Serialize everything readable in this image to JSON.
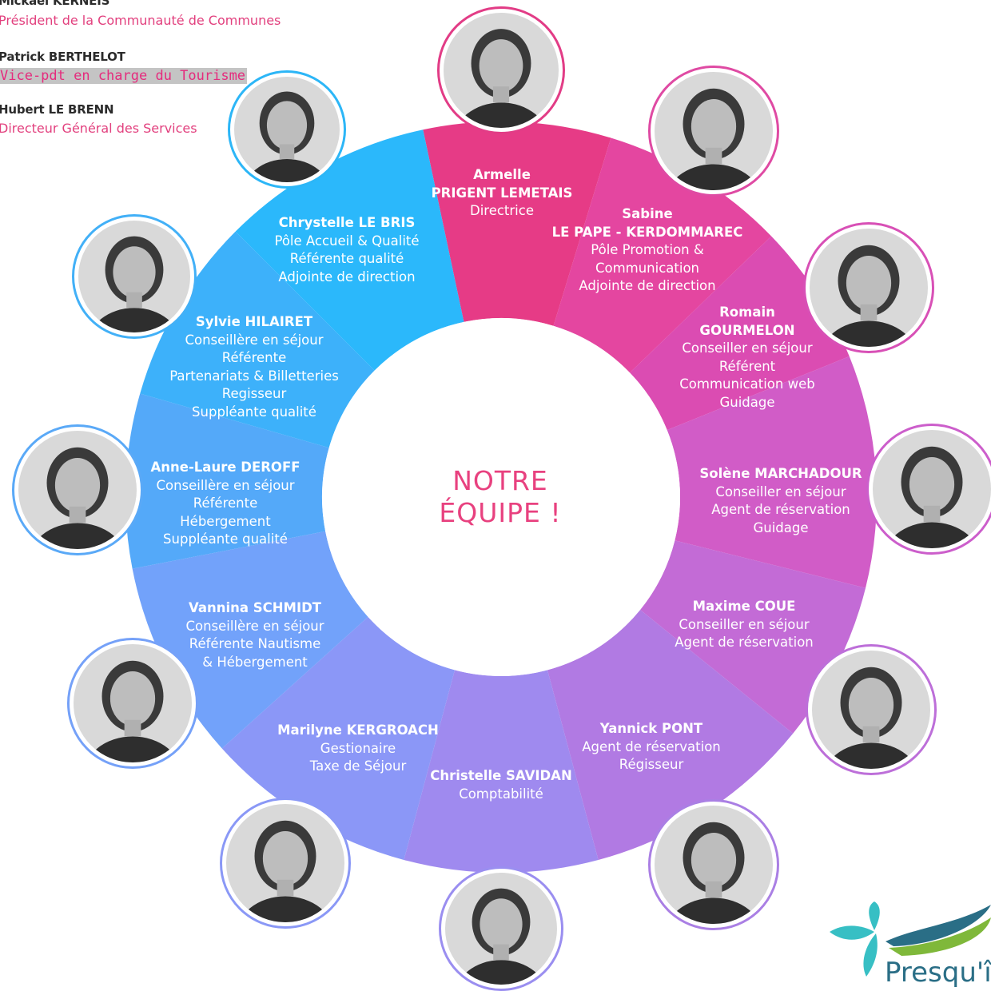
{
  "officials": [
    {
      "name": "Mickaël KERNEIS",
      "role": "Président de la Communauté de Communes",
      "highlight": false
    },
    {
      "name": "Patrick BERTHELOT",
      "role": "Vice-pdt en charge du Tourisme",
      "highlight": true
    },
    {
      "name": "Hubert LE BRENN",
      "role": "Directeur Général des Services",
      "highlight": false
    }
  ],
  "center_title": {
    "line1": "NOTRE",
    "line2": "ÉQUIPE !"
  },
  "members": [
    {
      "name": "Armelle",
      "name2": "PRIGENT LEMETAIS",
      "roles": [
        "Directrice"
      ],
      "color": "#e63b86",
      "ring": "#e23c86"
    },
    {
      "name": "Sabine",
      "name2": "LE PAPE - KERDOMMAREC",
      "roles": [
        "Pôle Promotion &",
        "Communication",
        "Adjointe de direction"
      ],
      "color": "#e446a0",
      "ring": "#df4aa3"
    },
    {
      "name": "Romain",
      "name2": "GOURMELON",
      "roles": [
        "Conseiller en séjour",
        "Référent",
        "Communication web",
        "Guidage"
      ],
      "color": "#db4cb2",
      "ring": "#d850b6"
    },
    {
      "name": "Solène MARCHADOUR",
      "name2": "",
      "roles": [
        "Conseiller en séjour",
        "Agent de réservation",
        "Guidage"
      ],
      "color": "#d15cc7",
      "ring": "#cc5ecb"
    },
    {
      "name": "Maxime COUE",
      "name2": "",
      "roles": [
        "Conseiller en séjour",
        "Agent de réservation"
      ],
      "color": "#c36bd6",
      "ring": "#bd6fd9"
    },
    {
      "name": "Yannick PONT",
      "name2": "",
      "roles": [
        "Agent de réservation",
        "Régisseur"
      ],
      "color": "#b17ae3",
      "ring": "#aa7fe4"
    },
    {
      "name": "Christelle SAVIDAN",
      "name2": "",
      "roles": [
        "Comptabilité"
      ],
      "color": "#9f8aef",
      "ring": "#9a8ef0"
    },
    {
      "name": "Marilyne KERGROACH",
      "name2": "",
      "roles": [
        "Gestionaire",
        "Taxe de Séjour"
      ],
      "color": "#8b97f7",
      "ring": "#8a98f6"
    },
    {
      "name": "Vannina SCHMIDT",
      "name2": "",
      "roles": [
        "Conseillère en séjour",
        "Référente Nautisme",
        "& Hébergement"
      ],
      "color": "#72a2fa",
      "ring": "#75a1f8"
    },
    {
      "name": "Anne-Laure DEROFF",
      "name2": "",
      "roles": [
        "Conseillère en séjour",
        "Référente",
        "Hébergement",
        "Suppléante qualité"
      ],
      "color": "#54a9f9",
      "ring": "#5aa9f7"
    },
    {
      "name": "Sylvie HILAIRET",
      "name2": "",
      "roles": [
        "Conseillère en séjour",
        "Référente",
        "Partenariats & Billetteries",
        "Regisseur",
        "Suppléante qualité"
      ],
      "color": "#3db1fa",
      "ring": "#42b0f7"
    },
    {
      "name": "Chrystelle LE BRIS",
      "name2": "",
      "roles": [
        "Pôle Accueil & Qualité",
        "Référente qualité",
        "Adjointe de direction"
      ],
      "color": "#2bb8fb",
      "ring": "#2cb6f7"
    }
  ],
  "logo": {
    "text": "Presqu'île",
    "icon": "flower-logo-icon"
  }
}
